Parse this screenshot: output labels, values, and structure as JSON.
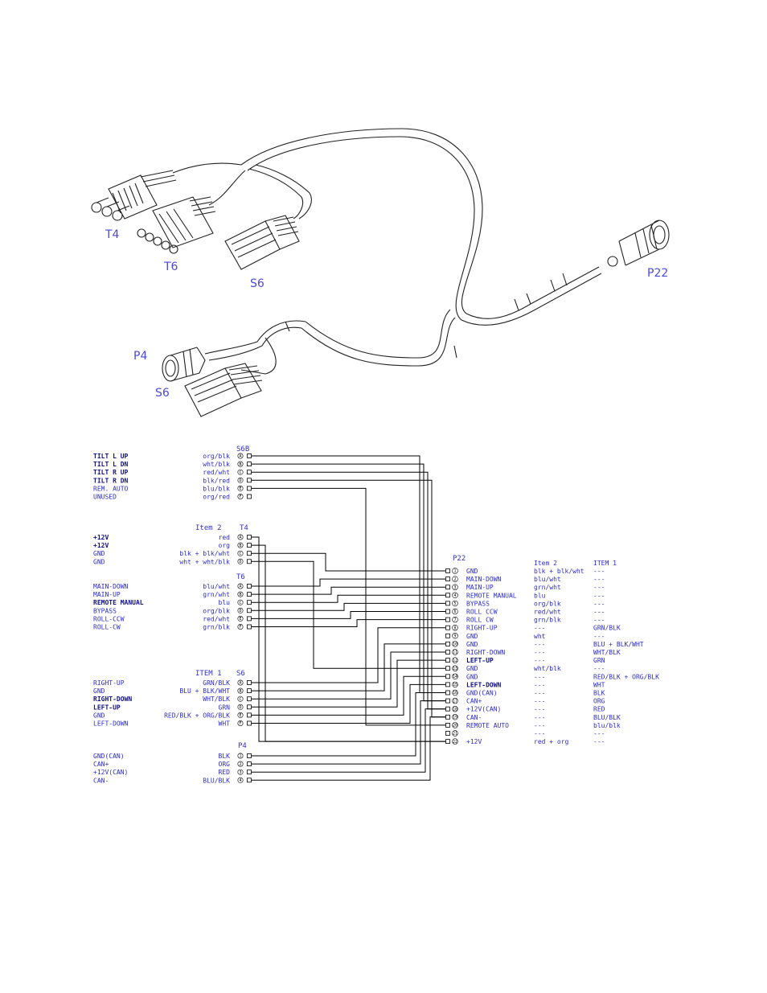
{
  "harness_labels": {
    "t4": "T4",
    "t6": "T6",
    "s6_top": "S6",
    "p22": "P22",
    "p4": "P4",
    "s6_bottom": "S6"
  },
  "s6b": {
    "header": "S6B",
    "rows": [
      {
        "name": "TILT L UP",
        "color": "org/blk",
        "pin": "A",
        "bold": true
      },
      {
        "name": "TILT L DN",
        "color": "wht/blk",
        "pin": "B",
        "bold": true
      },
      {
        "name": "TILT R UP",
        "color": "red/wht",
        "pin": "C",
        "bold": true
      },
      {
        "name": "TILT R DN",
        "color": "blk/red",
        "pin": "D",
        "bold": true
      },
      {
        "name": "REM. AUTO",
        "color": "blu/blk",
        "pin": "E",
        "bold": false
      },
      {
        "name": "UNUSED",
        "color": "org/red",
        "pin": "F",
        "bold": false
      }
    ]
  },
  "t4": {
    "header_item": "Item 2",
    "header": "T4",
    "rows": [
      {
        "name": "+12V",
        "color": "red",
        "pin": "A",
        "bold": true
      },
      {
        "name": "+12V",
        "color": "org",
        "pin": "B",
        "bold": true
      },
      {
        "name": "GND",
        "color": "blk + blk/wht",
        "pin": "C",
        "bold": false
      },
      {
        "name": "GND",
        "color": "wht + wht/blk",
        "pin": "D",
        "bold": false
      }
    ]
  },
  "t6": {
    "header": "T6",
    "rows": [
      {
        "name": "MAIN-DOWN",
        "color": "blu/wht",
        "pin": "A",
        "bold": false
      },
      {
        "name": "MAIN-UP",
        "color": "grn/wht",
        "pin": "B",
        "bold": false
      },
      {
        "name": "REMOTE MANUAL",
        "color": "blu",
        "pin": "C",
        "bold": true
      },
      {
        "name": "BYPASS",
        "color": "org/blk",
        "pin": "D",
        "bold": false
      },
      {
        "name": "ROLL-CCW",
        "color": "red/wht",
        "pin": "E",
        "bold": false
      },
      {
        "name": "ROLL-CW",
        "color": "grn/blk",
        "pin": "F",
        "bold": false
      }
    ]
  },
  "s6": {
    "header_item": "ITEM 1",
    "header": "S6",
    "rows": [
      {
        "name": "RIGHT-UP",
        "color": "GRN/BLK",
        "pin": "A",
        "bold": false
      },
      {
        "name": "GND",
        "color": "BLU + BLK/WHT",
        "pin": "B",
        "bold": false
      },
      {
        "name": "RIGHT-DOWN",
        "color": "WHT/BLK",
        "pin": "C",
        "bold": true
      },
      {
        "name": "LEFT-UP",
        "color": "GRN",
        "pin": "D",
        "bold": true
      },
      {
        "name": "GND",
        "color": "RED/BLK + ORG/BLK",
        "pin": "E",
        "bold": false
      },
      {
        "name": "LEFT-DOWN",
        "color": "WHT",
        "pin": "F",
        "bold": false
      }
    ]
  },
  "p4": {
    "header": "P4",
    "rows": [
      {
        "name": "GND(CAN)",
        "color": "BLK",
        "pin": "1"
      },
      {
        "name": "CAN+",
        "color": "ORG",
        "pin": "2"
      },
      {
        "name": "+12V(CAN)",
        "color": "RED",
        "pin": "3"
      },
      {
        "name": "CAN-",
        "color": "BLU/BLK",
        "pin": "4"
      }
    ]
  },
  "p22": {
    "header": "P22",
    "col_item2": "Item 2",
    "col_item1": "ITEM 1",
    "rows": [
      {
        "pin": "1",
        "name": "GND",
        "bold": false,
        "item2": "blk + blk/wht",
        "item1": "---"
      },
      {
        "pin": "2",
        "name": "MAIN-DOWN",
        "bold": false,
        "item2": "blu/wht",
        "item1": "---"
      },
      {
        "pin": "3",
        "name": "MAIN-UP",
        "bold": false,
        "item2": "grn/wht",
        "item1": "---"
      },
      {
        "pin": "4",
        "name": "REMOTE MANUAL",
        "bold": false,
        "item2": "blu",
        "item1": "---"
      },
      {
        "pin": "5",
        "name": "BYPASS",
        "bold": false,
        "item2": "org/blk",
        "item1": "---"
      },
      {
        "pin": "6",
        "name": "ROLL CCW",
        "bold": false,
        "item2": "red/wht",
        "item1": "---"
      },
      {
        "pin": "7",
        "name": "ROLL CW",
        "bold": false,
        "item2": "grn/blk",
        "item1": "---"
      },
      {
        "pin": "8",
        "name": "RIGHT-UP",
        "bold": false,
        "item2": "---",
        "item1": "GRN/BLK"
      },
      {
        "pin": "9",
        "name": "GND",
        "bold": false,
        "item2": "wht",
        "item1": "---"
      },
      {
        "pin": "10",
        "name": "GND",
        "bold": false,
        "item2": "---",
        "item1": "BLU + BLK/WHT"
      },
      {
        "pin": "11",
        "name": "RIGHT-DOWN",
        "bold": false,
        "item2": "---",
        "item1": "WHT/BLK"
      },
      {
        "pin": "12",
        "name": "LEFT-UP",
        "bold": true,
        "item2": "---",
        "item1": "GRN"
      },
      {
        "pin": "13",
        "name": "GND",
        "bold": false,
        "item2": "wht/blk",
        "item1": "---"
      },
      {
        "pin": "14",
        "name": "GND",
        "bold": false,
        "item2": "---",
        "item1": "RED/BLK + ORG/BLK"
      },
      {
        "pin": "15",
        "name": "LEFT-DOWN",
        "bold": true,
        "item2": "---",
        "item1": "WHT"
      },
      {
        "pin": "16",
        "name": "GND(CAN)",
        "bold": false,
        "item2": "---",
        "item1": "BLK"
      },
      {
        "pin": "17",
        "name": "CAN+",
        "bold": false,
        "item2": "---",
        "item1": "ORG"
      },
      {
        "pin": "18",
        "name": "+12V(CAN)",
        "bold": false,
        "item2": "---",
        "item1": "RED"
      },
      {
        "pin": "19",
        "name": "CAN-",
        "bold": false,
        "item2": "---",
        "item1": "BLU/BLK"
      },
      {
        "pin": "20",
        "name": "REMOTE AUTO",
        "bold": false,
        "item2": "---",
        "item1": "blu/blk"
      },
      {
        "pin": "21",
        "name": "",
        "bold": false,
        "item2": "---",
        "item1": "---"
      },
      {
        "pin": "22",
        "name": "+12V",
        "bold": false,
        "item2": "red + org",
        "item1": "---"
      }
    ]
  },
  "wires": [
    {
      "from": "s6b.A",
      "to": "p22.16"
    },
    {
      "from": "s6b.B",
      "to": "p22.17"
    },
    {
      "from": "s6b.C",
      "to": "p22.18"
    },
    {
      "from": "s6b.D",
      "to": "p22.19"
    },
    {
      "from": "s6b.E",
      "to": "p22.20"
    },
    {
      "from": "t4.A",
      "to": "p22.22"
    },
    {
      "from": "t4.B",
      "to": "p22.22"
    },
    {
      "from": "t4.C",
      "to": "p22.1"
    },
    {
      "from": "t4.D",
      "to": "p22.13"
    },
    {
      "from": "t6.A",
      "to": "p22.2"
    },
    {
      "from": "t6.B",
      "to": "p22.3"
    },
    {
      "from": "t6.C",
      "to": "p22.4"
    },
    {
      "from": "t6.D",
      "to": "p22.5"
    },
    {
      "from": "t6.E",
      "to": "p22.6"
    },
    {
      "from": "t6.F",
      "to": "p22.7"
    },
    {
      "from": "s6.A",
      "to": "p22.8"
    },
    {
      "from": "s6.B",
      "to": "p22.10"
    },
    {
      "from": "s6.C",
      "to": "p22.11"
    },
    {
      "from": "s6.D",
      "to": "p22.12"
    },
    {
      "from": "s6.E",
      "to": "p22.14"
    },
    {
      "from": "s6.F",
      "to": "p22.15"
    },
    {
      "from": "p4.1",
      "to": "p22.16"
    },
    {
      "from": "p4.2",
      "to": "p22.17"
    },
    {
      "from": "p4.3",
      "to": "p22.18"
    },
    {
      "from": "p4.4",
      "to": "p22.19"
    }
  ]
}
